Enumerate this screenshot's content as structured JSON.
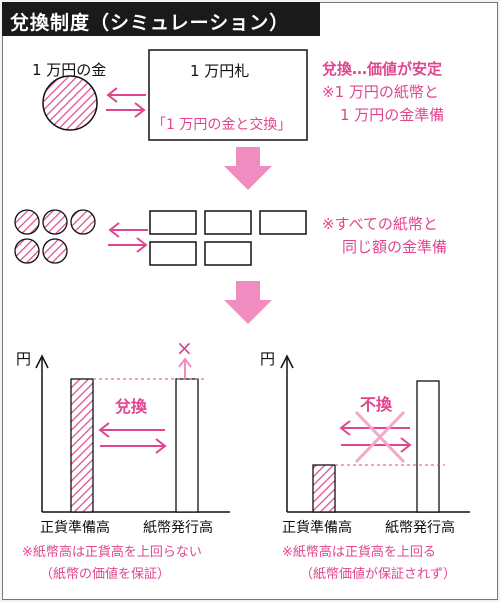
{
  "title": "兌換制度（シミュレーション）",
  "colors": {
    "accent": "#e0468f",
    "arrow": "#f08cbf",
    "hatch": "#d9498b",
    "ink": "#111111"
  },
  "section1": {
    "gold_label": "1 万円の金",
    "note_label": "1 万円札",
    "exchange_label": "「1 万円の金と交換」",
    "note_lines": [
      "兌換…価値が安定",
      "※1 万円の紙幣と",
      "1 万円の金準備"
    ]
  },
  "section2": {
    "note_lines": [
      "※すべての紙幣と",
      "同じ額の金準備"
    ]
  },
  "chart_left": {
    "axis_label": "円",
    "center_label": "兌換",
    "x_labels": [
      "正貨準備高",
      "紙幣発行高"
    ],
    "caption_lines": [
      "※紙幣高は正貨高を上回らない",
      "（紙幣の価値を保証）"
    ],
    "cross_mark": "×"
  },
  "chart_right": {
    "axis_label": "円",
    "center_label": "不換",
    "x_labels": [
      "正貨準備高",
      "紙幣発行高"
    ],
    "caption_lines": [
      "※紙幣高は正貨高を上回る",
      "（紙幣価値が保証されず）"
    ]
  }
}
